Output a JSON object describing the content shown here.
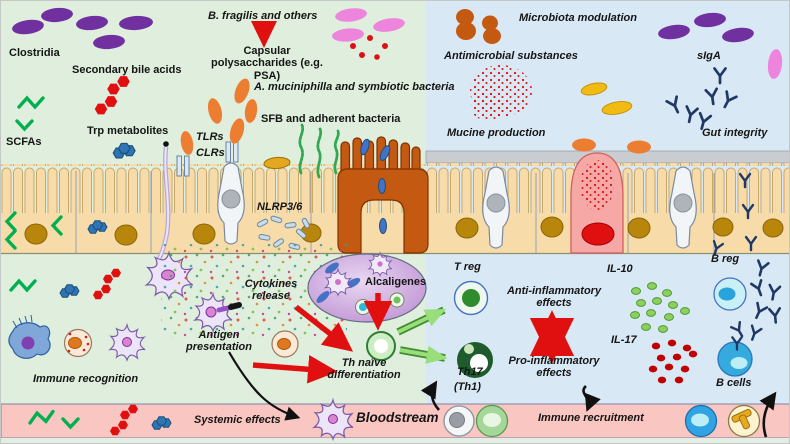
{
  "figure": {
    "description": "Gut microbiota and mucosal immune system interaction diagram",
    "regions": {
      "lumen_left": "intestinal lumen (left, green)",
      "lumen_right": "intestinal lumen (right, blue)",
      "epithelium": "intestinal epithelium band",
      "lamina_propria": "sub-epithelial immune compartment",
      "bloodstream": "bloodstream band (bottom, pink)"
    }
  },
  "labels": {
    "clostridia": "Clostridia",
    "secondary_bile_acids": "Secondary bile acids",
    "scfas": "SCFAs",
    "trp_metabolites": "Trp metabolites",
    "b_fragilis": "B. fragilis and others",
    "capsular_polysaccharides": "Capsular polysaccharides (e.g. PSA)",
    "a_muciniphilla": "A. muciniphilla and symbiotic bacteria",
    "sfb": "SFB and adherent bacteria",
    "tlrs": "TLRs",
    "clrs": "CLRs",
    "nlrp": "NLRP3/6",
    "microbiota_modulation": "Microbiota modulation",
    "antimicrobial_substances": "Antimicrobial substances",
    "siga": "sIgA",
    "mucine_production": "Mucine production",
    "gut_integrity": "Gut integrity",
    "cytokines_release": "Cytokines release",
    "antigen_presentation": "Antigen presentation",
    "immune_recognition": "Immune recognition",
    "alcaligenes": "Alcaligenes",
    "th_naive_differentiation": "Th naïve differentiation",
    "t_reg": "T reg",
    "th17": "Th17",
    "th1": "(Th1)",
    "anti_inflammatory": "Anti-inflammatory effects",
    "pro_inflammatory": "Pro-inflammatory effects",
    "il_10": "IL-10",
    "il_17": "IL-17",
    "b_reg": "B reg",
    "b_cells": "B cells",
    "systemic_effects": "Systemic effects",
    "bloodstream": "Bloodstream",
    "immune_recruitment": "Immune recruitment"
  },
  "colors": {
    "background_left": "#dfeedd",
    "background_right": "#d9e8f5",
    "bloodstream_band": "#f9c6c1",
    "epithelium": "#f7dcaa",
    "epithelium_nucleus": "#b8860b",
    "mucus_layer": "#c9cdd1",
    "m_cell_orange": "#c45911",
    "goblet_cell": "#f2f5f7",
    "secretory_cell_pink": "#f6a8a6",
    "clostridia_purple": "#7030a0",
    "b_fragilis_pink": "#ee85dd",
    "a_muciniphilla_orange": "#ed7d31",
    "sfb_green": "#33a852",
    "scfa_green": "#00b050",
    "bile_acid_red": "#e01010",
    "trp_metabolite_blue": "#2e75b6",
    "antibody_navy": "#1f3864",
    "il10_dot_green": "#8ed060",
    "il17_dot_red": "#c00000",
    "treg_green": "#2e8b2e",
    "th17_dark_green": "#1e5c2e",
    "b_cell_blue": "#35aadf",
    "b_reg_cyan": "#c9f0f7",
    "arrow_red": "#e01010",
    "arrow_green": "#8ed870",
    "alcaligenes_blob": "#c9a3d9",
    "dendritic_lavender": "#ece4f8"
  }
}
